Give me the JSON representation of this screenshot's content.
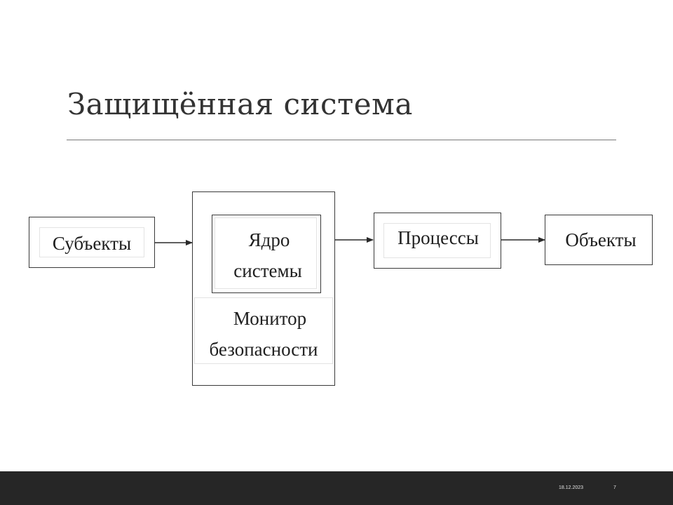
{
  "slide": {
    "title": "Защищённая система"
  },
  "diagram": {
    "nodes": {
      "subjects": "Субъекты",
      "kernel_line1": "Ядро",
      "kernel_line2": "системы",
      "monitor_line1": "Монитор",
      "monitor_line2": "безопасности",
      "processes": "Процессы",
      "objects": "Объекты"
    }
  },
  "footer": {
    "date": "18.12.2023",
    "page_number": "7"
  },
  "colors": {
    "title_text": "#333333",
    "box_stroke": "#3a3a3a",
    "footer_bar": "#262626"
  }
}
